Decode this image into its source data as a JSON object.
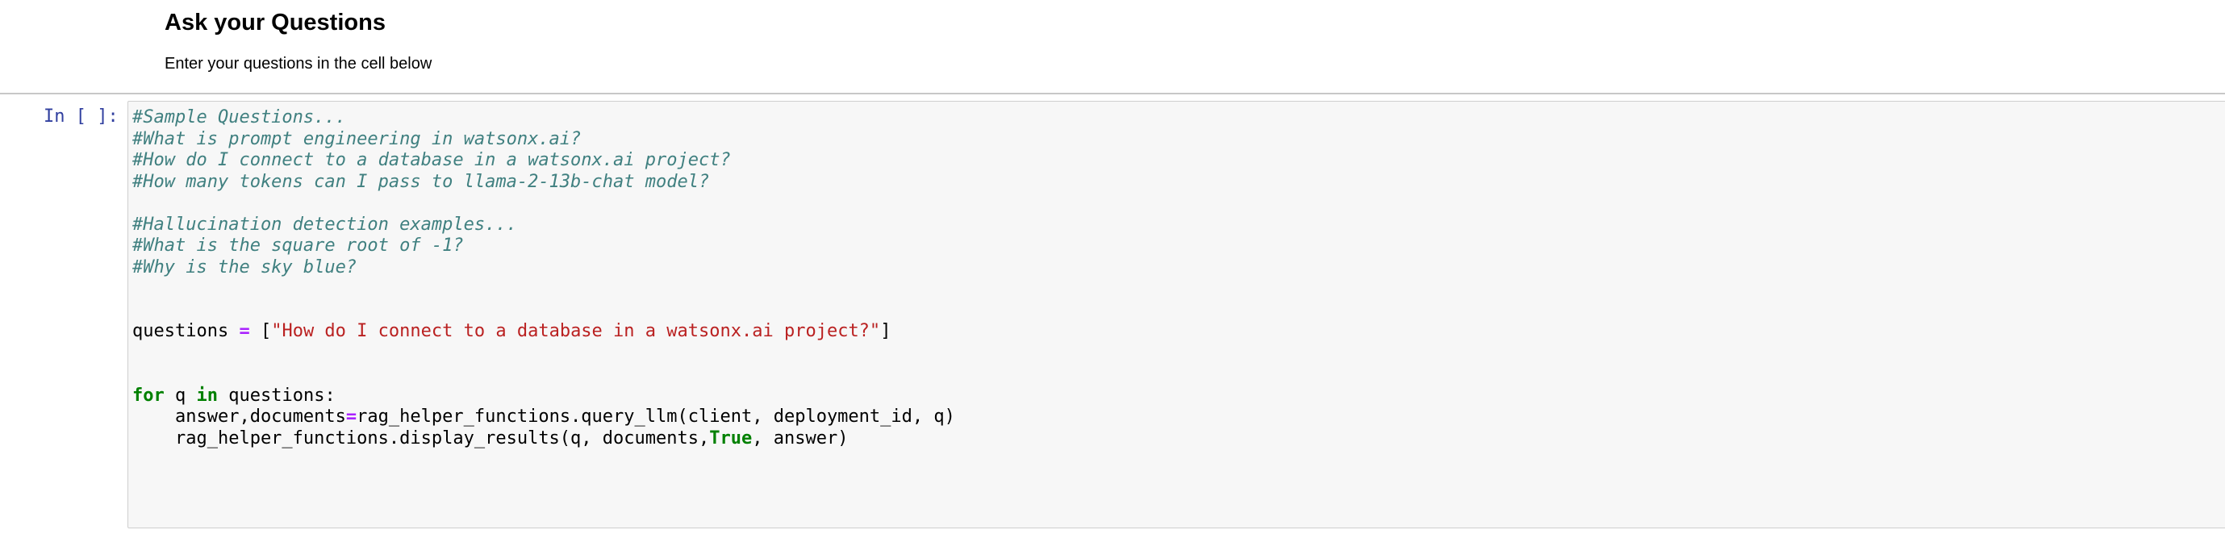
{
  "markdown": {
    "title": "Ask your Questions",
    "subtitle": "Enter your questions in the cell below"
  },
  "cell": {
    "prompt": "In [ ]:",
    "comments1": [
      "#Sample Questions...",
      "#What is prompt engineering in watsonx.ai?",
      "#How do I connect to a database in a watsonx.ai project?",
      "#How many tokens can I pass to llama-2-13b-chat model?"
    ],
    "comments2": [
      "#Hallucination detection examples...",
      "#What is the square root of -1?",
      "#Why is the sky blue?"
    ],
    "questions_var": "questions ",
    "eq": "=",
    "bracket_open": " [",
    "question_string": "\"How do I connect to a database in a watsonx.ai project?\"",
    "bracket_close": "]",
    "kw_for": "for",
    "loop_mid": " q ",
    "kw_in": "in",
    "loop_end": " questions:",
    "line2_a": "    answer,documents",
    "line2_b": "rag_helper_functions.query_llm(client, deployment_id, q)",
    "line3_a": "    rag_helper_functions.display_results(q, documents,",
    "kw_true": "True",
    "line3_b": ", answer)"
  },
  "colors": {
    "comment": "#408080",
    "string": "#BA2121",
    "keyword": "#008000",
    "operator": "#AA22FF",
    "prompt": "#303F9F"
  }
}
